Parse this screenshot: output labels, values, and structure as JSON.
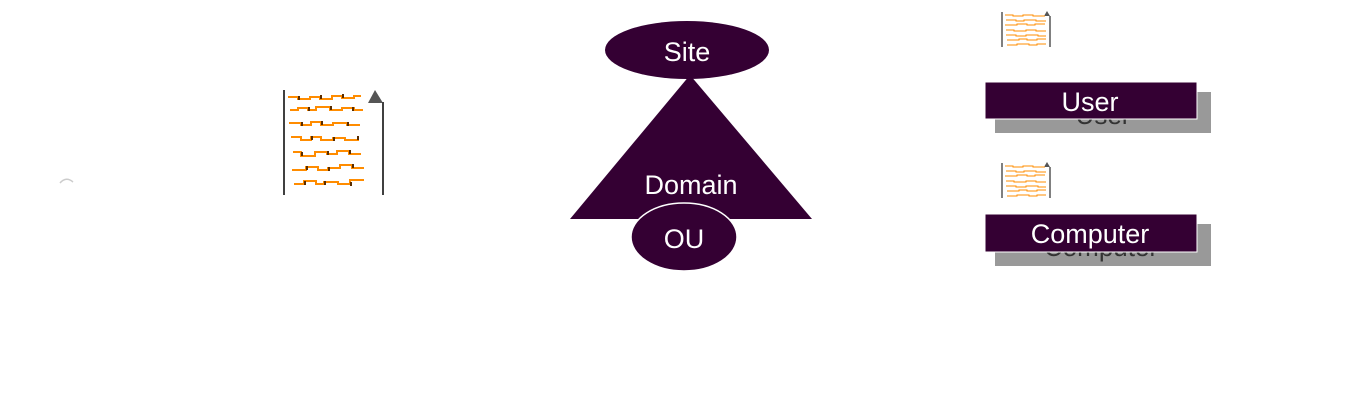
{
  "diagram": {
    "site_label": "Site",
    "domain_label": "Domain",
    "ou_label": "OU",
    "user_label": "User",
    "computer_label": "Computer"
  },
  "colors": {
    "shape_fill": "#340033",
    "shadow_fill": "#999999",
    "shadow_text": "#333333",
    "label_text": "#ffffff",
    "doc_line": "#ff8c00",
    "doc_dark": "#5a2d00"
  },
  "icons": {
    "main_document": "gpo-document-icon",
    "user_document": "gpo-document-icon",
    "computer_document": "gpo-document-icon",
    "small_arc": "arc-mark-icon"
  }
}
